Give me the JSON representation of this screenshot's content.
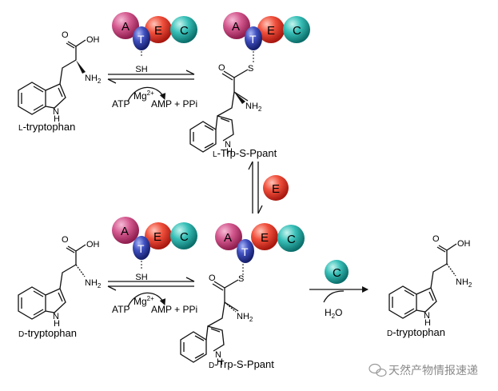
{
  "domains": {
    "a": "A",
    "t": "T",
    "e": "E",
    "c": "C"
  },
  "chem": {
    "oh": "OH",
    "o": "O",
    "nh2": "NH",
    "nh2_sub": "2",
    "nh": "N",
    "h": "H",
    "sh": "SH",
    "s": "S"
  },
  "reaction": {
    "atp": "ATP",
    "mg": "Mg",
    "mg_charge": "2+",
    "amp_ppi": "AMP + PPi",
    "h2o_h": "H",
    "h2o_sub": "2",
    "h2o_o": "O"
  },
  "labels": {
    "l_prefix": "L",
    "l_trp": "-tryptophan",
    "d_prefix": "D",
    "d_trp": "-tryptophan",
    "l_ppant_prefix": "L",
    "l_ppant": "-Trp-S-Ppant",
    "d_ppant_prefix": "D",
    "d_ppant": "-Trp-S-Ppant",
    "watermark": "天然产物情报速递"
  },
  "colors": {
    "a_domain": "#c0306e",
    "t_domain": "#27309a",
    "e_domain": "#e8322a",
    "c_domain": "#1aa3a0",
    "ink": "#111111"
  }
}
